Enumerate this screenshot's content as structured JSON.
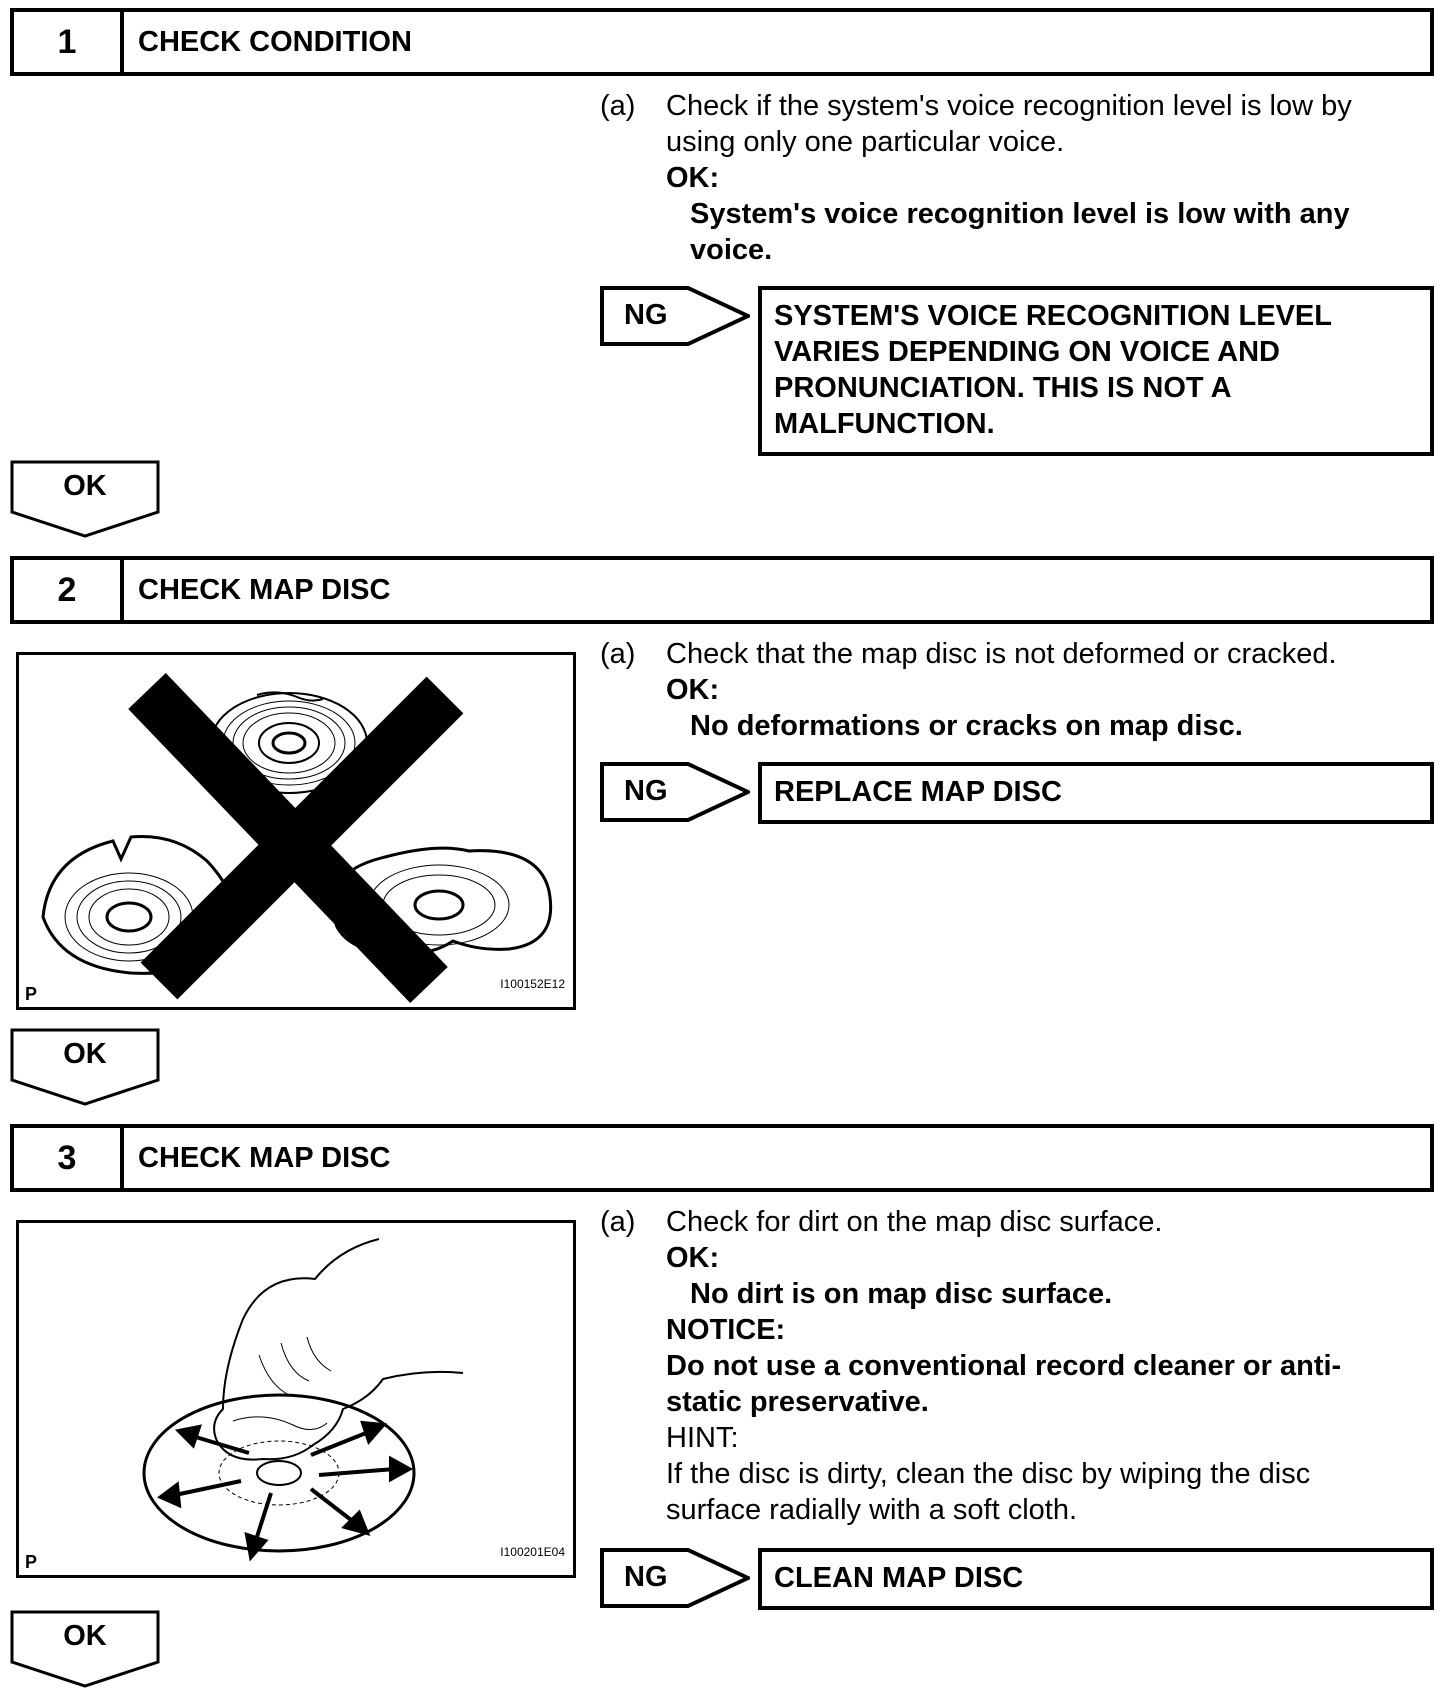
{
  "steps": [
    {
      "number": "1",
      "title": "CHECK CONDITION",
      "item_tag": "(a)",
      "instruction": "Check if the system's voice recognition level is low by using only one particular voice.",
      "ok_label": "OK:",
      "ok_text": "System's voice recognition level is low with any voice.",
      "ng_label": "NG",
      "ng_result": "SYSTEM'S VOICE RECOGNITION LEVEL VARIES DEPENDING ON VOICE AND PRONUNCIATION. THIS IS NOT A MALFUNCTION.",
      "next_label": "OK"
    },
    {
      "number": "2",
      "title": "CHECK MAP DISC",
      "item_tag": "(a)",
      "instruction": "Check that the map disc is not deformed or cracked.",
      "ok_label": "OK:",
      "ok_text": "No deformations or cracks on map disc.",
      "ng_label": "NG",
      "ng_result": "REPLACE MAP DISC",
      "next_label": "OK",
      "figure": {
        "corner_letter": "P",
        "code": "I100152E12"
      }
    },
    {
      "number": "3",
      "title": "CHECK MAP DISC",
      "item_tag": "(a)",
      "instruction": "Check for dirt on the map disc surface.",
      "ok_label": "OK:",
      "ok_text": "No dirt is on map disc surface.",
      "notice_label": "NOTICE:",
      "notice_text": "Do not use a conventional record cleaner or anti-static preservative.",
      "hint_label": "HINT:",
      "hint_text": "If the disc is dirty, clean the disc by wiping the disc surface radially with a soft cloth.",
      "ng_label": "NG",
      "ng_result": "CLEAN MAP DISC",
      "next_label": "OK",
      "figure": {
        "corner_letter": "P",
        "code": "I100201E04"
      }
    }
  ]
}
